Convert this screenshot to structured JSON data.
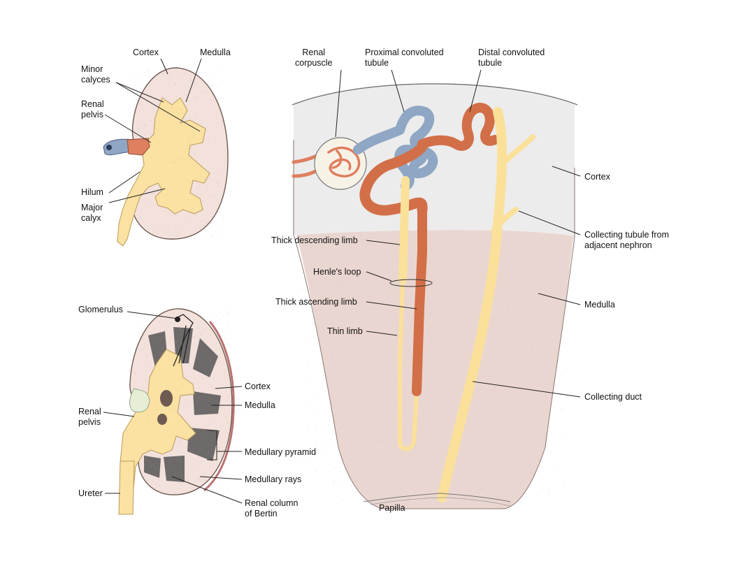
{
  "colors": {
    "kidney_fill": "#f3e1dc",
    "kidney_outline": "#6f5a52",
    "calyx_yellow": "#fbe2a2",
    "vein_blue": "#8fa6c4",
    "artery_red": "#de7f5f",
    "cortex_band": "#ececec",
    "medulla_pink": "#ead6d0",
    "pyramid_dark": "#555555",
    "loop_orange": "#d26f48",
    "duct_yellow": "#fbe09a"
  },
  "top_kidney": {
    "labels": {
      "cortex": "Cortex",
      "medulla": "Medulla",
      "minor_calyces": "Minor\ncalyces",
      "renal_pelvis": "Renal\npelvis",
      "hilum": "Hilum",
      "major_calyx": "Major\ncalyx"
    }
  },
  "bottom_kidney": {
    "labels": {
      "glomerulus": "Glomerulus",
      "cortex": "Cortex",
      "medulla": "Medulla",
      "renal_pelvis": "Renal\npelvis",
      "medullary_pyramid": "Medullary pyramid",
      "medullary_rays": "Medullary rays",
      "ureter": "Ureter",
      "renal_column": "Renal column\nof Bertin"
    }
  },
  "nephron": {
    "labels": {
      "renal_corpuscle": "Renal\ncorpuscle",
      "proximal_tubule": "Proximal convoluted\ntubule",
      "distal_tubule": "Distal convoluted\ntubule",
      "cortex": "Cortex",
      "collecting_tubule": "Collecting tubule from\nadjacent nephron",
      "thick_descending": "Thick descending limb",
      "henles_loop": "Henle's loop",
      "thick_ascending": "Thick ascending limb",
      "medulla": "Medulla",
      "thin_limb": "Thin limb",
      "collecting_duct": "Collecting duct",
      "papilla": "Papilla"
    }
  }
}
